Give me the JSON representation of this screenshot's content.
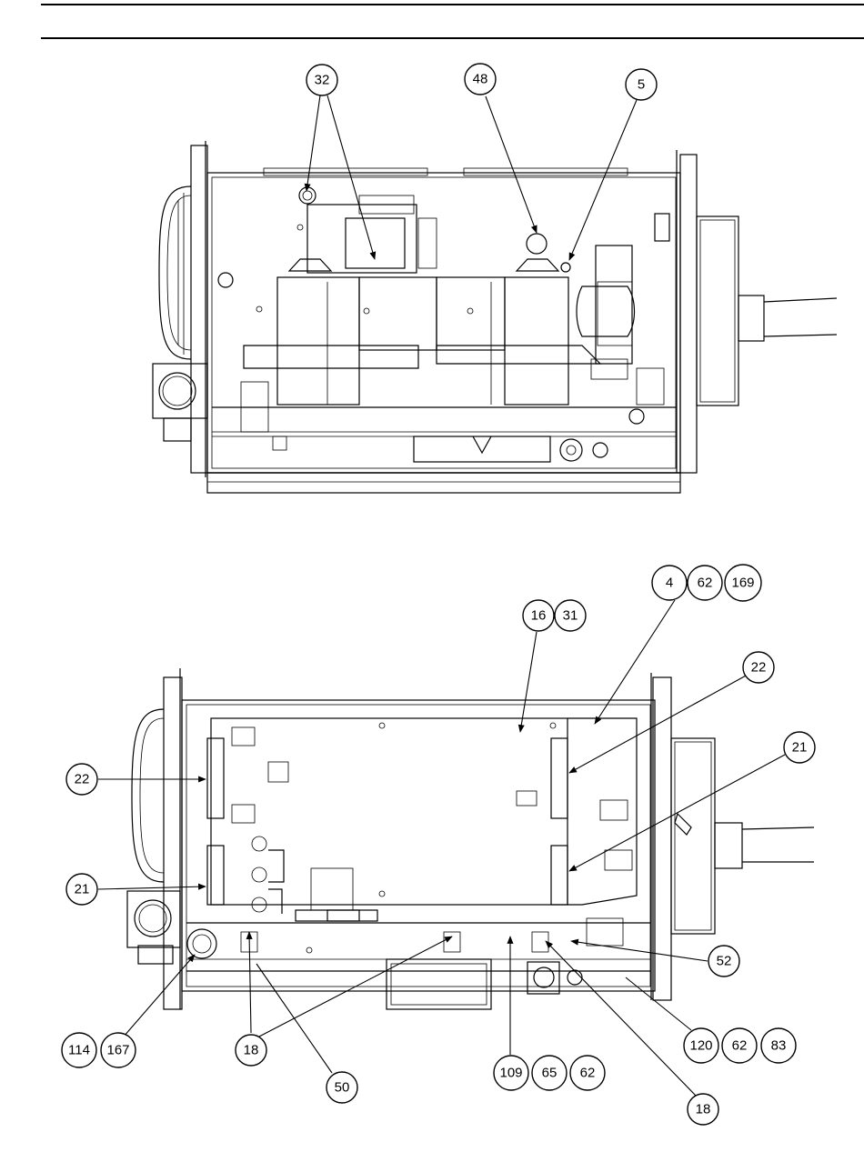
{
  "figure": {
    "top_view_callouts": [
      "32",
      "48",
      "5"
    ],
    "bottom_view_callouts": [
      "4",
      "62",
      "169",
      "16",
      "31",
      "22",
      "21",
      "22",
      "21",
      "52",
      "114",
      "167",
      "18",
      "50",
      "109",
      "65",
      "62",
      "120",
      "62",
      "83",
      "18"
    ]
  },
  "callouts": {
    "c32": "32",
    "c48": "48",
    "c5": "5",
    "c4": "4",
    "c62a": "62",
    "c169": "169",
    "c16": "16",
    "c31": "31",
    "c22r": "22",
    "c21r": "21",
    "c22l": "22",
    "c21l": "21",
    "c52": "52",
    "c114": "114",
    "c167": "167",
    "c18a": "18",
    "c50": "50",
    "c109": "109",
    "c65": "65",
    "c62b": "62",
    "c120": "120",
    "c62c": "62",
    "c83": "83",
    "c18b": "18"
  }
}
